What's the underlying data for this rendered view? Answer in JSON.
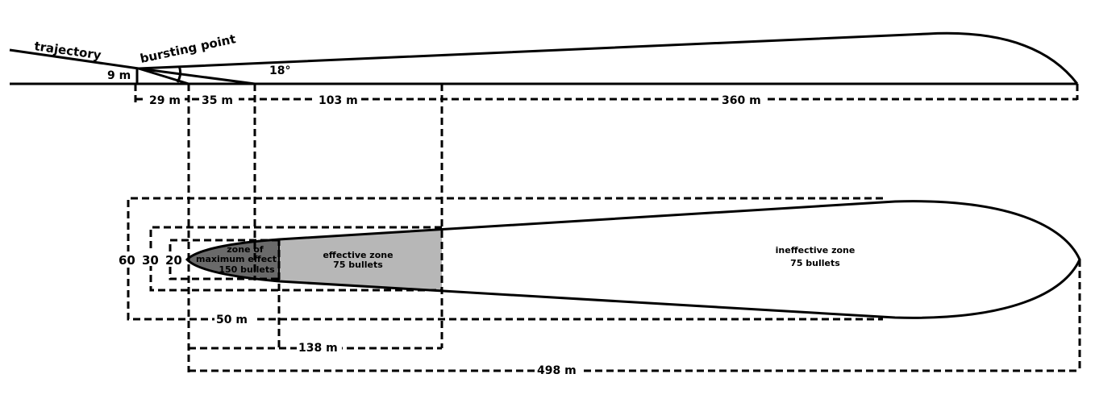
{
  "labels": {
    "trajectory": "trajectory",
    "bursting_point": "bursting point",
    "height": "9 m",
    "angle": "18°"
  },
  "top_distances": [
    "29 m",
    "35 m",
    "103 m",
    "360 m"
  ],
  "widths": [
    "60",
    "30",
    "20"
  ],
  "zones": {
    "max_effect": [
      "zone of",
      "maximum effect",
      "150 bullets"
    ],
    "effective": [
      "effective zone",
      "75 bullets"
    ],
    "ineffective": [
      "ineffective zone",
      "75 bullets"
    ]
  },
  "bottom_distances": [
    "50 m",
    "138 m",
    "498 m"
  ],
  "colors": {
    "max_effect_fill": "#6a6a6a",
    "effective_fill": "#b7b7b7",
    "background": "#ffffff",
    "stroke": "#000000"
  }
}
